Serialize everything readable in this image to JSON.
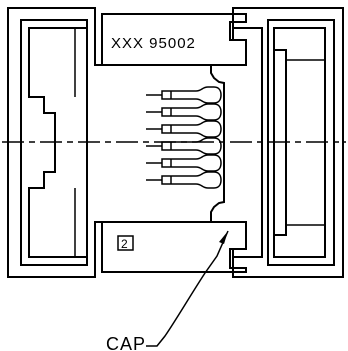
{
  "part_number": "XXX 95002",
  "item_number": "2",
  "cap_label": "CAP"
}
